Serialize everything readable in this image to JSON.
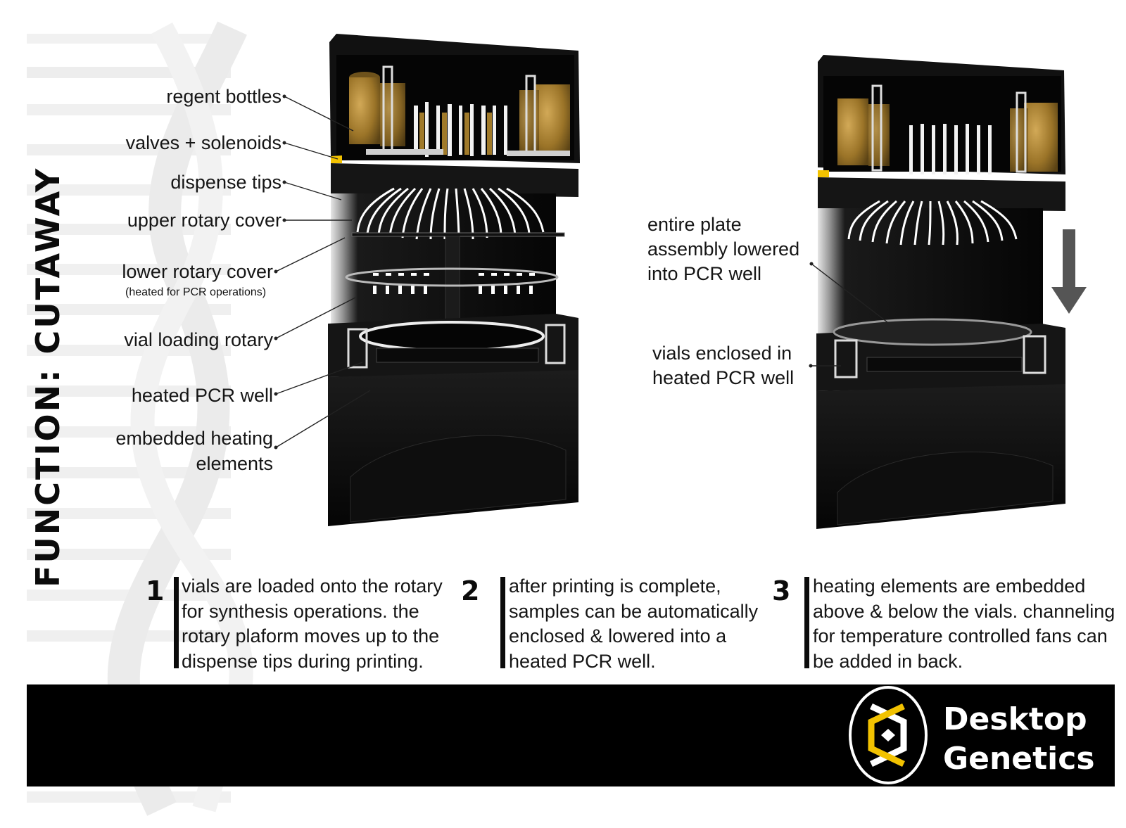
{
  "title": "FUNCTION: CUTAWAY",
  "left_labels": [
    "regent bottles",
    "valves + solenoids",
    "dispense tips",
    "upper rotary cover",
    "lower  rotary cover",
    "(heated for PCR operations)",
    "vial  loading rotary",
    "heated PCR well",
    "embedded heating",
    "elements"
  ],
  "right_labels": {
    "plate_line1": "entire plate",
    "plate_line2": "assembly lowered",
    "plate_line3": "into PCR well",
    "vials_line1": "vials  enclosed  in",
    "vials_line2": "heated PCR well"
  },
  "steps": [
    {
      "number": "1",
      "lines": [
        "vials are loaded onto the rotary",
        "for synthesis operations. the",
        "rotary plaform moves up to the",
        "dispense tips during printing."
      ]
    },
    {
      "number": "2",
      "lines": [
        "after printing is complete,",
        "samples can be automatically",
        "enclosed & lowered into a",
        "heated PCR well."
      ]
    },
    {
      "number": "3",
      "lines": [
        "heating elements are embedded",
        "above & below the vials. channeling",
        "for temperature controlled fans can",
        "be added in back."
      ]
    }
  ],
  "brand": {
    "line1": "Desktop",
    "line2": "Genetics"
  },
  "colors": {
    "accent": "#f2c200",
    "bottle": "#a07a2a",
    "device": "#111111",
    "footer": "#000000"
  }
}
